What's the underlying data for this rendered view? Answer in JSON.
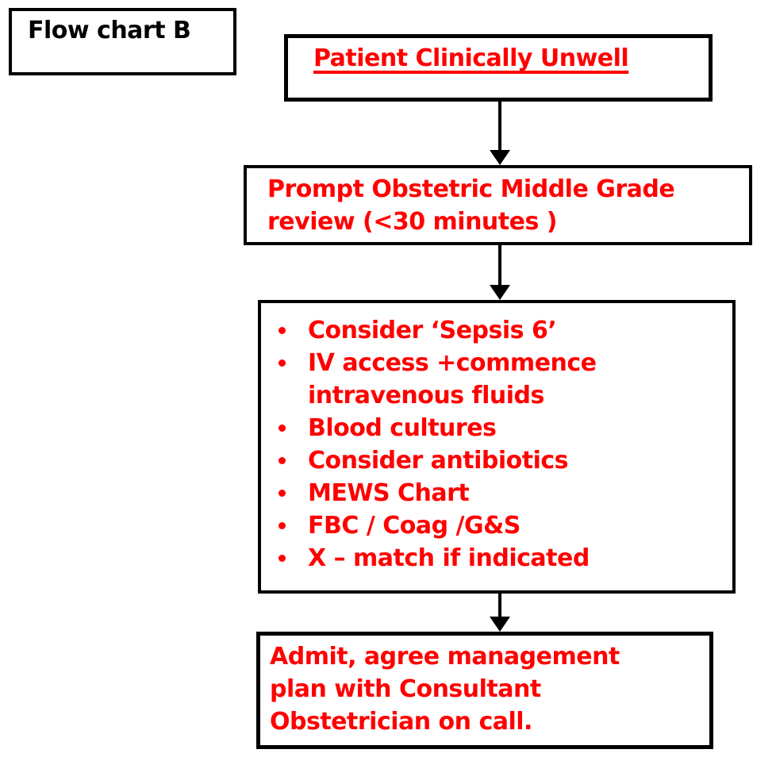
{
  "colors": {
    "text_red": "#ff0000",
    "line_black": "#000000",
    "background": "#ffffff"
  },
  "diagram": {
    "label": "Flow chart B",
    "nodes": {
      "start": {
        "text": "Patient Clinically Unwell"
      },
      "review": {
        "lines": [
          "Prompt Obstetric Middle Grade",
          "review (<30 minutes )"
        ]
      },
      "actions": {
        "bullets": [
          "Consider ‘Sepsis 6’",
          "IV access +commence intravenous fluids",
          "Blood cultures",
          "Consider antibiotics",
          "MEWS Chart",
          "FBC / Coag /G&S",
          "X – match if indicated"
        ]
      },
      "admit": {
        "lines": [
          "Admit, agree management",
          "plan with Consultant",
          "Obstetrician on call."
        ]
      }
    },
    "edges": [
      {
        "from": "start",
        "to": "review"
      },
      {
        "from": "review",
        "to": "actions"
      },
      {
        "from": "actions",
        "to": "admit"
      }
    ]
  }
}
